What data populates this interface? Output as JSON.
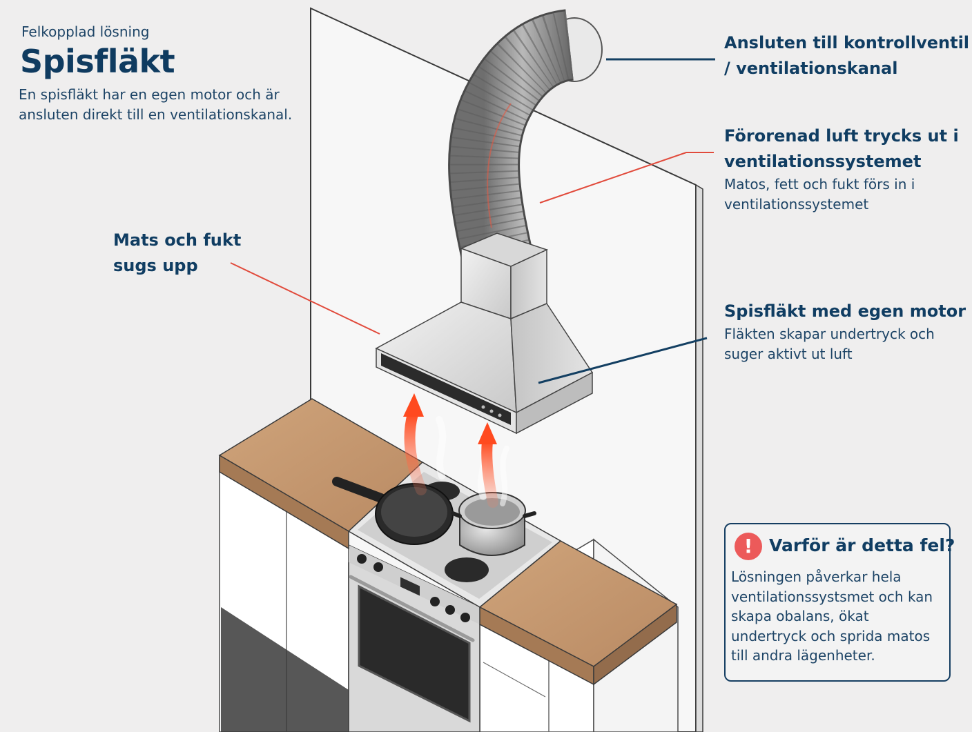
{
  "header": {
    "kicker": "Felkopplad lösning",
    "title": "Spisfläkt",
    "intro": "En spisfläkt har en egen motor och är ansluten direkt till en ventilationskanal."
  },
  "callouts": {
    "duct_connection": {
      "title": "Ansluten till kontrollventil / ventilationskanal"
    },
    "polluted_air": {
      "title": "Förorenad luft trycks ut i ventilationssystemet",
      "body": "Matos, fett och fukt förs in i ventilationssystemet"
    },
    "hood_motor": {
      "title": "Spisfläkt med egen motor",
      "body": "Fläkten skapar undertryck och suger aktivt ut luft"
    },
    "fumes_sucked": {
      "title": "Mats och fukt sugs upp"
    }
  },
  "warning": {
    "icon": "exclamation-icon",
    "title": "Varför är detta fel?",
    "body": "Lösningen påverkar hela ventilationssystsmet och kan skapa obalans, ökat undertryck och sprida matos till andra lägenheter."
  },
  "colors": {
    "navy": "#133f62",
    "red_leader": "#e14a3b",
    "warning_red": "#ec5a5a",
    "wood": "#c49770",
    "background": "#efeeee"
  }
}
